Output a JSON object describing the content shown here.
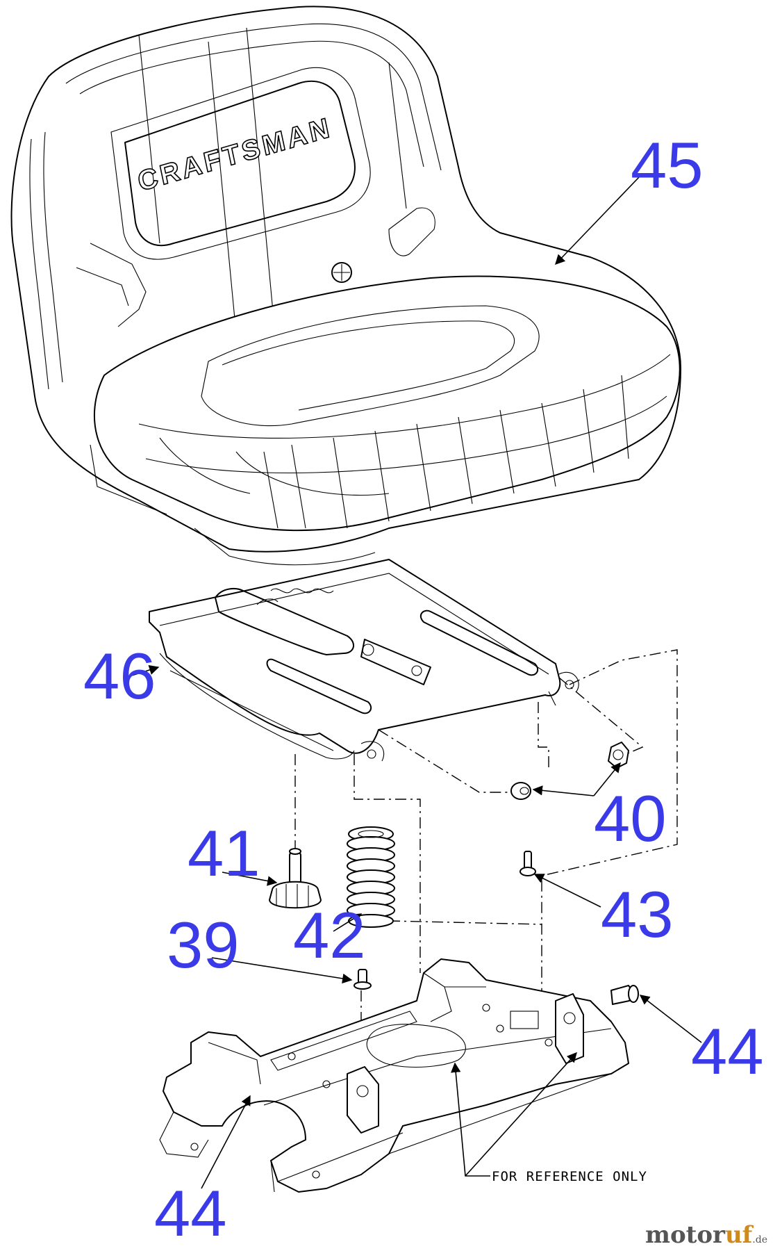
{
  "brand_label": "CRAFTSMAN",
  "callouts": {
    "seat": "45",
    "seat_pan": "46",
    "nuts": "40",
    "knob": "41",
    "spring": "42",
    "stud": "43",
    "screw": "39",
    "bolt_right": "44",
    "bolt_left": "44"
  },
  "reference_note": "FOR REFERENCE ONLY",
  "watermark": {
    "part_a": "motor",
    "part_b": "uf",
    "part_c": ".de"
  },
  "colors": {
    "callout": "#3a3ae8",
    "watermark_accent": "#d08a1a"
  }
}
